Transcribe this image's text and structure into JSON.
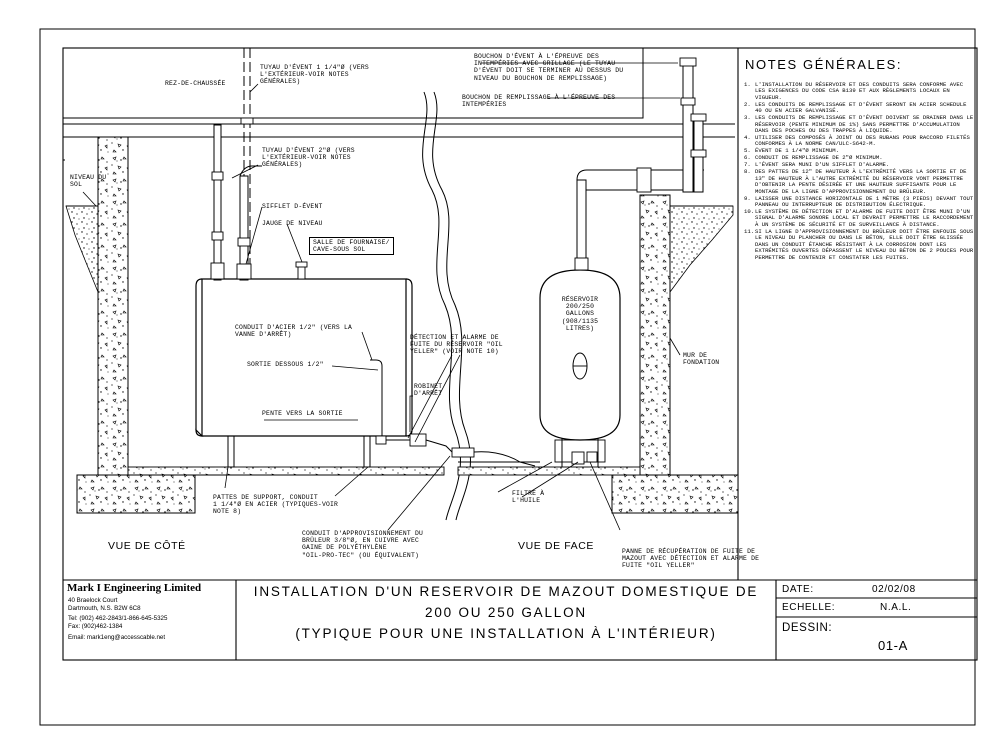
{
  "labels": {
    "rez_de_chaussee": "REZ-DE-CHAUSSÉE",
    "tuyau_event_1": "TUYAU D'ÉVENT 1 1/4\"ø (VERS\nL'EXTÉRIEUR-VOIR NOTES\nGÉNÉRALES)",
    "bouchon_event": "BOUCHON D'ÉVENT À L'ÉPREUVE DES\nINTEMPÉRIES AVEC GRILLAGE (LE TUYAU\nD'ÉVENT DOIT SE TERMINER AU DESSUS DU\nNIVEAU DU BOUCHON DE REMPLISSAGE)",
    "bouchon_remplissage": "BOUCHON DE REMPLISSAGE À L'ÉPREUVE DES\nINTEMPÉRIES",
    "tuyau_event_2": "TUYAU D'ÉVENT 2\"ø (VERS\nL'EXTÉRIEUR-VOIR NOTES\nGÉNÉRALES)",
    "niveau_du_sol": "NIVEAU DU\nSOL",
    "sifflet": "SIFFLET D-ÉVENT",
    "jauge": "JAUGE DE NIVEAU",
    "salle": "SALLE DE FOURNAISE/\nCAVE-SOUS SOL",
    "conduit_acier": "CONDUIT D'ACIER 1/2\" (VERS LA\nVANNE D'ARRÊT)",
    "sortie_dessous": "SORTIE DESSOUS 1/2\"",
    "detection": "DÉTECTION ET ALARME DE\nFUITE DU RÉSERVOIR \"OIL\nYELLER\" (VOIR NOTE 10)",
    "robinet": "ROBINET\nD'ARRÊT",
    "pente": "PENTE VERS LA SORTIE",
    "reservoir": "RÉSERVOIR\n200/250\nGALLONS\n(908/1135\nLITRES)",
    "mur": "MUR DE\nFONDATION",
    "pattes": "PATTES DE SUPPORT, CONDUIT\n1 1/4\"ø EN ACIER (TYPIQUES-VOIR\nNOTE 8)",
    "filtre": "FILTRE À\nL'HUILE",
    "conduit_appro": "CONDUIT D'APPROVISIONNEMENT DU\nBRÛLEUR 3/8\"ø, EN CUIVRE AVEC\nGAINE DE POLYÉTHYLÈNE\n\"OIL-PRO-TEC\" (OU ÉQUIVALENT)",
    "panne": "PANNE DE RÉCUPÉRATION DE FUITE DE\nMAZOUT AVEC DÉTECTION ET ALARME DE\nFUITE \"OIL YELLER\"",
    "vue_cote": "VUE DE CÔTÉ",
    "vue_face": "VUE DE FACE"
  },
  "notes": {
    "title": "NOTES GÉNÉRALES:",
    "items": [
      {
        "n": "1.",
        "t": "L'INSTALLATION DU RÉSERVOIR ET DES CONDUITS SERA CONFORME AVEC LES EXIGENCES DU CODE CSA B139 ET AUX RÈGLEMENTS LOCAUX EN VIGUEUR."
      },
      {
        "n": "2.",
        "t": "LES CONDUITS DE REMPLISSAGE ET D'ÉVENT SERONT EN ACIER SCHEDULE 40 OU EN ACIER GALVANISÉ."
      },
      {
        "n": "3.",
        "t": "LES CONDUITS DE REMPLISSAGE ET D'ÉVENT DOIVENT SE DRAINER DANS LE RÉSERVOIR (PENTE MINIMUM DE 1%) SANS PERMETTRE D'ACCUMULATION DANS DES POCHES OU DES TRAPPES À LIQUIDE."
      },
      {
        "n": "4.",
        "t": "UTILISER DES COMPOSÉS À JOINT OU DES RUBANS POUR RACCORD FILETÉS CONFORMES À LA NORME CAN/ULC-S642-M."
      },
      {
        "n": "5.",
        "t": "ÉVENT DE 1 1/4\"ø MINIMUM."
      },
      {
        "n": "6.",
        "t": "CONDUIT DE REMPLISSAGE DE 2\"ø MINIMUM."
      },
      {
        "n": "7.",
        "t": "L'ÉVENT SERA MUNI D'UN SIFFLET D'ALARME."
      },
      {
        "n": "8.",
        "t": "DES PATTES DE 12\" DE HAUTEUR À L'EXTRÉMITÉ VERS LA SORTIE ET DE 13\" DE HAUTEUR À L'AUTRE EXTRÉMITÉ DU RÉSERVOIR VONT PERMETTRE D'OBTENIR LA PENTE DÉSIRÉE ET UNE HAUTEUR SUFFISANTE POUR LE MONTAGE DE LA LIGNE D'APPROVISIONNEMENT DU BRÛLEUR."
      },
      {
        "n": "9.",
        "t": "LAISSER UNE DISTANCE HORIZONTALE DE 1 MÈTRE (3 PIEDS) DEVANT TOUT PANNEAU OU INTERRUPTEUR DE DISTRIBUTION ÉLECTRIQUE."
      },
      {
        "n": "10.",
        "t": "LE SYSTÈME DE DÉTECTION ET D'ALARME DE FUITE DOIT ÊTRE MUNI D'UN SIGNAL D'ALARME SONORE LOCAL ET DEVRAIT PERMETTRE LE RACCORDEMENT À UN SYSTÈME DE SÉCURITÉ ET DE SURVEILLANCE À DISTANCE."
      },
      {
        "n": "11.",
        "t": "SI LA LIGNE D'APPROVISIONNEMENT DU BRÛLEUR DOIT ÊTRE ENFOUIE SOUS LE NIVEAU DU PLANCHER OU DANS LE BÉTON, ELLE DOIT ÊTRE GLISSÉE DANS UN CONDUIT ÉTANCHE RÉSISTANT À LA CORROSION DONT LES EXTRÉMITÉS OUVERTES DÉPASSENT LE NIVEAU DU BÉTON DE 2 POUCES POUR PERMETTRE DE CONTENIR ET CONSTATER LES FUITES."
      }
    ]
  },
  "title_block": {
    "company": "Mark I Engineering Limited",
    "address1": "40 Braelock Court",
    "address2": "Dartmouth, N.S.    B2W 6C8",
    "tel": "Tel: (902) 462-2843/1-866-645-5325",
    "fax": "Fax: (902)462-1384",
    "email": "Email: mark1eng@accesscable.net",
    "title_line1": "INSTALLATION D'UN RESERVOIR DE MAZOUT DOMESTIQUE DE",
    "title_line2": "200 OU 250 GALLON",
    "title_line3": "(TYPIQUE POUR UNE INSTALLATION À L'INTÉRIEUR)",
    "date_label": "DATE:",
    "date_value": "02/02/08",
    "echelle_label": "ECHELLE:",
    "echelle_value": "N.A.L.",
    "dessin_label": "DESSIN:",
    "dessin_value": "01-A"
  }
}
